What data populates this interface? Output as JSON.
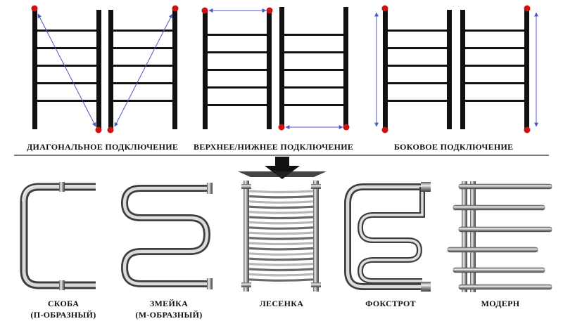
{
  "connections": [
    {
      "id": "diagonal",
      "label": "ДИАГОНАЛЬНОЕ ПОДКЛЮЧЕНИЕ"
    },
    {
      "id": "top-bottom",
      "label": "ВЕРХНЕЕ/НИЖНЕЕ ПОДКЛЮЧЕНИЕ"
    },
    {
      "id": "side",
      "label": "БОКОВОЕ ПОДКЛЮЧЕНИЕ"
    }
  ],
  "types": [
    {
      "id": "skoba",
      "line1": "СКОБА",
      "line2": "(П-ОБРАЗНЫЙ)"
    },
    {
      "id": "zmeyka",
      "line1": "ЗМЕЙКА",
      "line2": "(М-ОБРАЗНЫЙ)"
    },
    {
      "id": "lesenka",
      "line1": "ЛЕСЕНКА",
      "line2": ""
    },
    {
      "id": "fokstrot",
      "line1": "ФОКСТРОТ",
      "line2": ""
    },
    {
      "id": "modern",
      "line1": "МОДЕРН",
      "line2": ""
    }
  ],
  "colors": {
    "rail": "#111111",
    "point": "#cc1111",
    "arrow": "#4b58c8",
    "divider": "#333333",
    "chrome": "#8a8a8a"
  }
}
